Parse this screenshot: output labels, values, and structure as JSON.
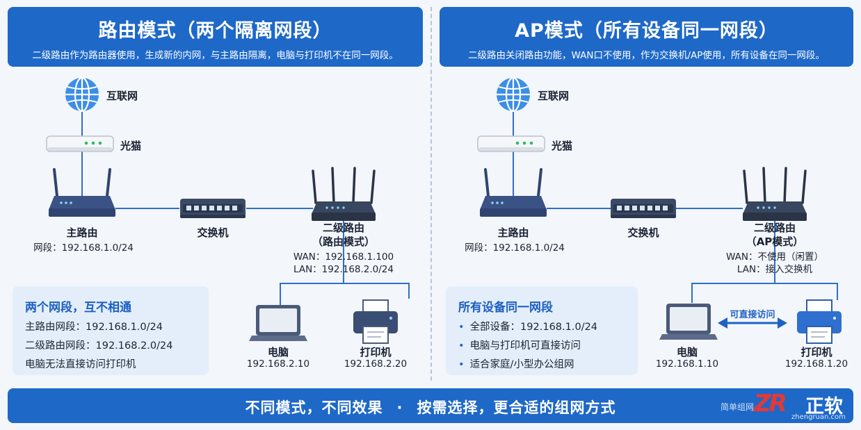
{
  "left": {
    "title": "路由模式（两个隔离网段）",
    "subtitle": "二级路由作为路由器使用，生成新的内网，与主路由隔离，电脑与打印机不在同一网段。",
    "internet": "互联网",
    "modem": "光猫",
    "main_router": "主路由",
    "main_router_segment": "网段：192.168.1.0/24",
    "switch": "交换机",
    "secondary_router": "二级路由",
    "secondary_router_mode": "（路由模式）",
    "wan": "WAN：192.168.1.100",
    "lan": "LAN：192.168.2.0/24",
    "pc": "电脑",
    "pc_ip": "192.168.2.10",
    "printer": "打印机",
    "printer_ip": "192.168.2.20",
    "info_title": "两个网段，互不相通",
    "info_items": [
      "主路由网段：192.168.1.0/24",
      "二级路由网段：192.168.2.0/24",
      "电脑无法直接访问打印机"
    ]
  },
  "right": {
    "title": "AP模式（所有设备同一网段）",
    "subtitle": "二级路由关闭路由功能，WAN口不使用，作为交换机/AP使用，所有设备在同一网段。",
    "internet": "互联网",
    "modem": "光猫",
    "main_router": "主路由",
    "main_router_segment": "网段：192.168.1.0/24",
    "switch": "交换机",
    "secondary_router": "二级路由",
    "secondary_router_mode": "（AP模式）",
    "wan": "WAN：不使用（闲置）",
    "lan": "LAN：接入交换机",
    "pc": "电脑",
    "pc_ip": "192.168.1.10",
    "printer": "打印机",
    "printer_ip": "192.168.1.20",
    "direct_access": "可直接访问",
    "info_title": "所有设备同一网段",
    "info_items": [
      "全部设备：192.168.1.0/24",
      "电脑与打印机可直接访问",
      "适合家庭/小型办公组网"
    ]
  },
  "footer": {
    "part1": "不同模式，不同效果",
    "separator": "·",
    "part2": "按需选择，更合适的组网方式"
  },
  "watermark": {
    "text": "简单组网",
    "brand_letters": "ZR",
    "brand_name": "正软",
    "brand_domain": "zhengruan.com"
  },
  "colors": {
    "header_bg": "#1e68c8",
    "device_dark": "#2f4470",
    "link_line": "#2f6fc7",
    "info_bg": "#e4eefb",
    "brand_red": "#e53935"
  },
  "icons": [
    "globe-icon",
    "modem-icon",
    "router-icon",
    "switch-icon",
    "laptop-icon",
    "printer-icon",
    "double-arrow-icon"
  ]
}
